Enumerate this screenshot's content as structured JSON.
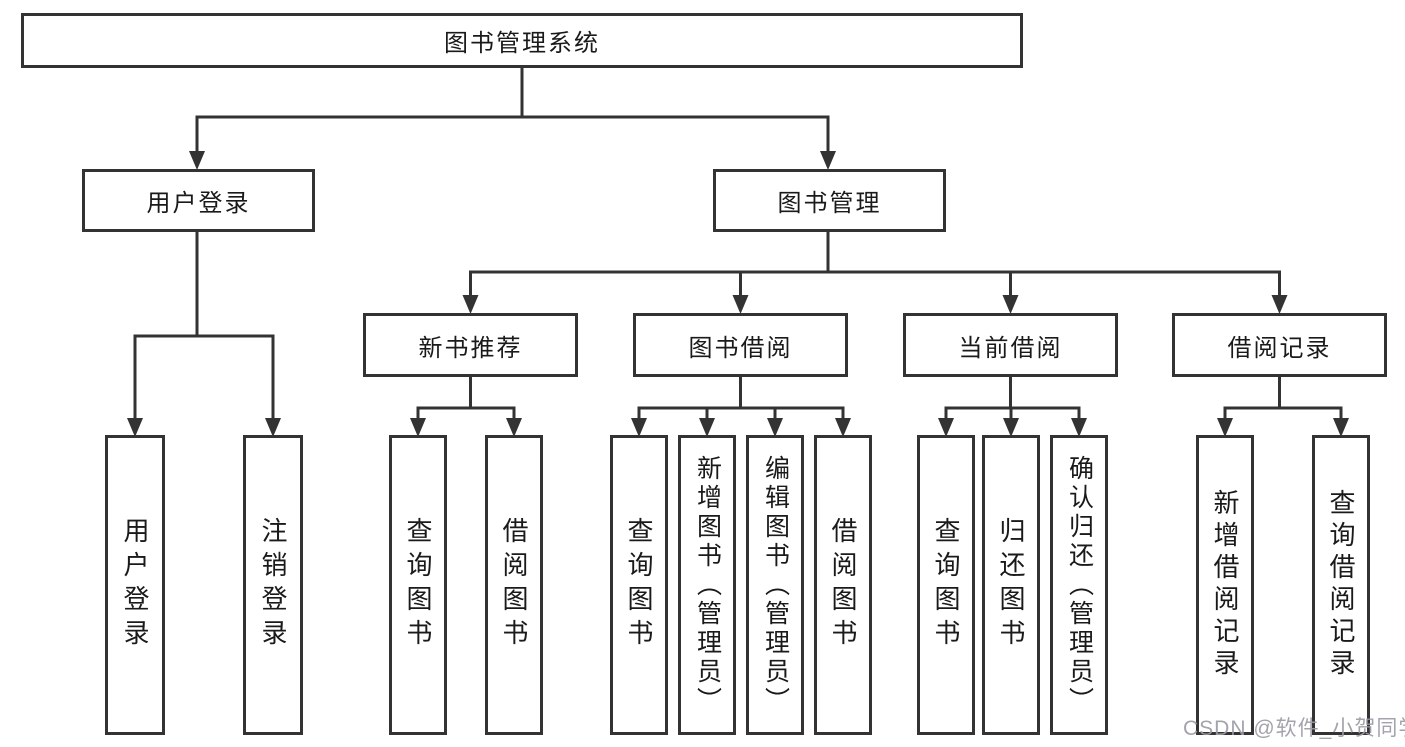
{
  "diagram_type": "hierarchy",
  "tree": {
    "root": "图书管理系统",
    "branches": [
      {
        "label": "用户登录",
        "children": [
          "用户登录",
          "注销登录"
        ]
      },
      {
        "label": "图书管理",
        "children": [
          {
            "label": "新书推荐",
            "children": [
              "查询图书",
              "借阅图书"
            ]
          },
          {
            "label": "图书借阅",
            "children": [
              "查询图书",
              "新增图书（管理员）",
              "编辑图书（管理员）",
              "借阅图书"
            ]
          },
          {
            "label": "当前借阅",
            "children": [
              "查询图书",
              "归还图书",
              "确认归还（管理员）"
            ]
          },
          {
            "label": "借阅记录",
            "children": [
              "新增借阅记录",
              "查询借阅记录"
            ]
          }
        ]
      }
    ]
  },
  "watermark": {
    "text": "CSDN @软件_小贺同学"
  },
  "colors": {
    "line": "#333333",
    "box_border": "#333333",
    "box_fill": "#ffffff",
    "text": "#1a1a1a",
    "background": "#ffffff",
    "watermark": "#9a9ca5"
  }
}
